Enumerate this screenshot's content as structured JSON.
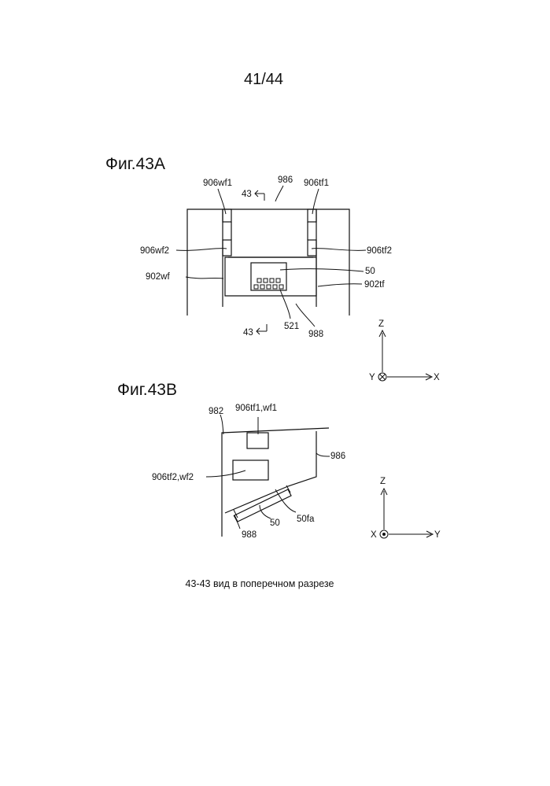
{
  "page_number": "41/44",
  "fig_a": {
    "title": "Фиг.43A",
    "labels": {
      "l906wf1": "906wf1",
      "l986": "986",
      "l906tf1": "906tf1",
      "l906wf2": "906wf2",
      "l906tf2": "906tf2",
      "l50": "50",
      "l902wf": "902wf",
      "l902tf": "902tf",
      "l521": "521",
      "l988": "988",
      "section_top": "43",
      "section_bottom": "43"
    },
    "axes": {
      "vertical": "Z",
      "horizontal": "X",
      "depth": "Y"
    }
  },
  "fig_b": {
    "title": "Фиг.43B",
    "labels": {
      "l982": "982",
      "l906tf1wf1": "906tf1,wf1",
      "l986": "986",
      "l906tf2wf2": "906tf2,wf2",
      "l50": "50",
      "l50fa": "50fa",
      "l988": "988"
    },
    "axes": {
      "vertical": "Z",
      "horizontal": "Y",
      "depth": "X"
    }
  },
  "caption": "43-43 вид в поперечном разрезе"
}
